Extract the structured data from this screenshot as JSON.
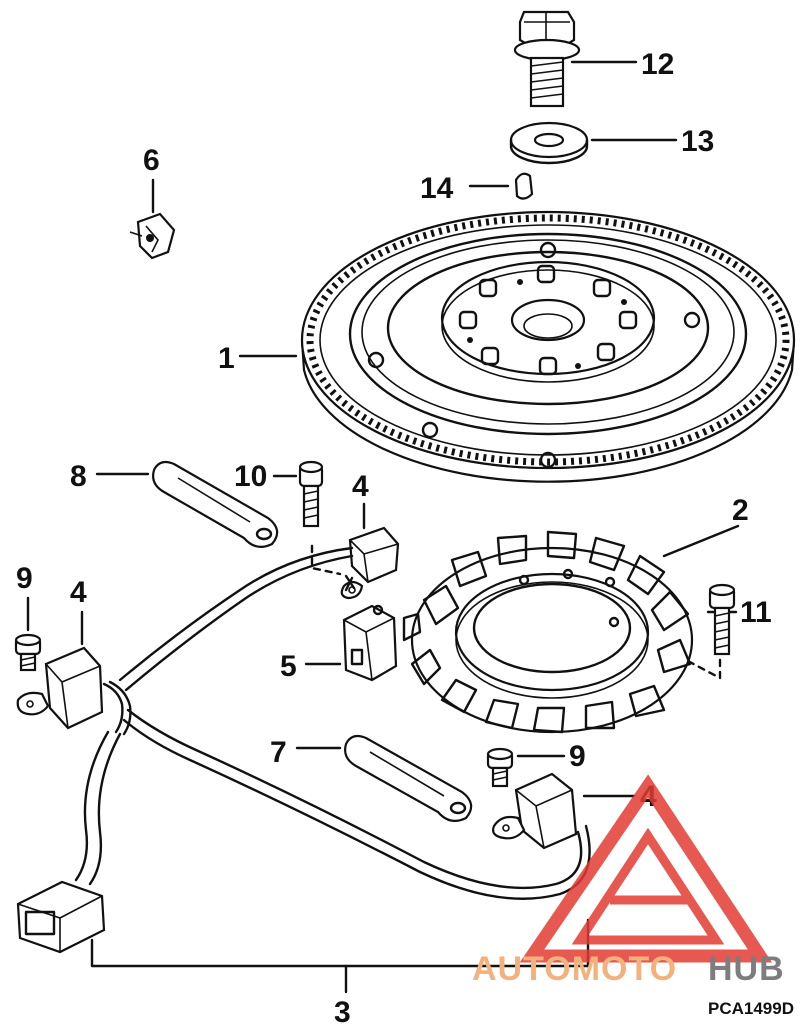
{
  "callouts": {
    "c1": "1",
    "c2": "2",
    "c3": "3",
    "c4a": "4",
    "c4b": "4",
    "c4c": "4",
    "c5": "5",
    "c6": "6",
    "c7": "7",
    "c8": "8",
    "c9a": "9",
    "c9b": "9",
    "c10": "10",
    "c11": "11",
    "c12": "12",
    "c13": "13",
    "c14": "14"
  },
  "figure_code": "PCA1499D",
  "watermark": {
    "part1": "AUTOMOTO",
    "part2": "HUB"
  },
  "colors": {
    "ink": "#111111",
    "watermark_red": "#e23b32",
    "watermark_orange": "#f1b27e",
    "watermark_gray": "#7d7d7d"
  }
}
